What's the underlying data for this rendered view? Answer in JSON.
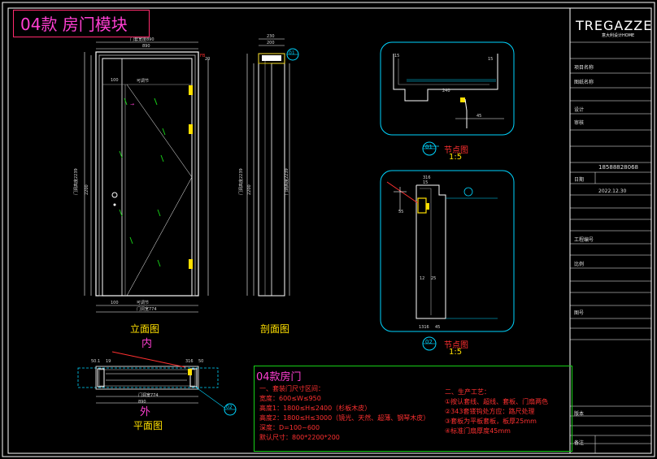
{
  "title": "04款 房门模块",
  "labels": {
    "elevation": "立面图",
    "section": "剖面图",
    "plan": "平面图",
    "inside": "内",
    "outside": "外",
    "detail1": "节点图",
    "detail1_scale": "1:5",
    "detail1_tag": "01",
    "detail2": "节点图",
    "detail2_scale": "1:5",
    "detail2_tag": "02",
    "callout_01": "01",
    "callout_02": "02"
  },
  "notes": {
    "heading": "04款房门",
    "left": [
      "一、套装门尺寸区间：",
      "宽度：600≤W≤950",
      "高度1：1800≤H≤2400（杉板木皮）",
      "高度2：1800≤H≤3000（镜光、天然、超薄、钢琴木皮）",
      "深度：D=100~600",
      "默认尺寸：800*2200*200"
    ],
    "right": [
      "二、生产工艺：",
      "①按认套线、超线、套板、门扇两色",
      "②343套镂钩处方应：路尺处理",
      "③套板为平板套板，板厚25mm",
      "④标准门扇厚度45mm"
    ]
  },
  "title_block": {
    "brand": "TREGAZZE",
    "brand_sub": "意大利设计HOME",
    "phone": "18588828068",
    "date": "2022.12.30",
    "fields": [
      "项目名称",
      "图纸名称",
      "设计",
      "审核",
      "日期",
      "工程编号",
      "比例",
      "图号",
      "版本",
      "备注"
    ]
  },
  "colors": {
    "frame": "#ffffff",
    "cyan": "#00d5ff",
    "yellow": "#ffe000",
    "magenta": "#ff3fd2",
    "red": "#ff3030",
    "green": "#17d017"
  }
}
